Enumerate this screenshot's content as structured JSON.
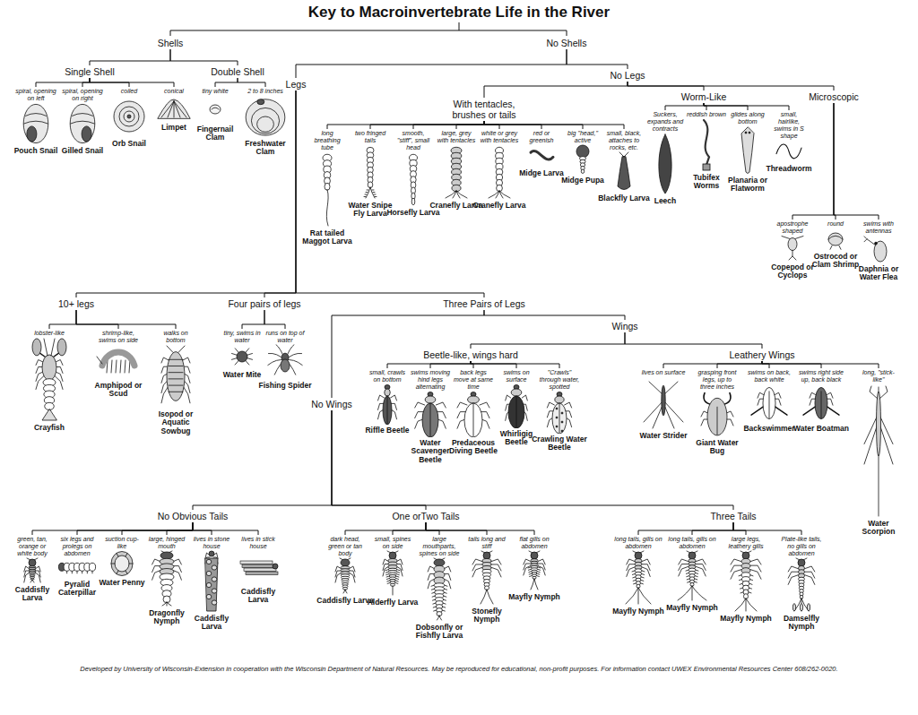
{
  "diagram": {
    "title": "Key to Macroinvertebrate Life in the River",
    "caption": "Developed by University of Wisconsin-Extension in cooperation with the Wisconsin Department of Natural Resources. May be reproduced for educational, non-profit purposes. For information contact UWEX Environmental Resources Center 608/262-0020.",
    "nodes": [
      {
        "text": [
          "Shells"
        ]
      },
      {
        "text": [
          "No Shells"
        ]
      },
      {
        "text": [
          "Single Shell"
        ]
      },
      {
        "text": [
          "Double Shell"
        ]
      },
      {
        "text": [
          "spiral, opening on left",
          "Pouch Snail"
        ]
      },
      {
        "text": [
          "spiral, opening on right",
          "Gilled Snail"
        ]
      },
      {
        "text": [
          "coiled",
          "Orb Snail"
        ]
      },
      {
        "text": [
          "conical",
          "Limpet"
        ]
      },
      {
        "text": [
          "tiny white",
          "Fingernail Clam"
        ]
      },
      {
        "text": [
          "2 to 8 inches",
          "Freshwater Clam"
        ]
      },
      {
        "text": [
          "Legs"
        ]
      },
      {
        "text": [
          "No Legs"
        ]
      },
      {
        "text": [
          "With tentacles, brushes or tails"
        ]
      },
      {
        "text": [
          "Worm-Like"
        ]
      },
      {
        "text": [
          "Microscopic"
        ]
      },
      {
        "text": [
          "long breathing tube",
          "Rat tailed Maggot Larva"
        ]
      },
      {
        "text": [
          "two fringed tails",
          "Water Snipe Fly Larva"
        ]
      },
      {
        "text": [
          "smooth, \"stiff\", small head",
          "Horsefly Larva"
        ]
      },
      {
        "text": [
          "large, grey with tentacles",
          "Cranefly Larva"
        ]
      },
      {
        "text": [
          "white or grey with tentacles",
          "Cranefly Larva"
        ]
      },
      {
        "text": [
          "red or greenish",
          "Midge Larva"
        ]
      },
      {
        "text": [
          "big \"head,\" active",
          "Midge Pupa"
        ]
      },
      {
        "text": [
          "small, black, attaches to rocks, etc.",
          "Blackfly Larva"
        ]
      },
      {
        "text": [
          "Suckers, expands and contracts",
          "Leech"
        ]
      },
      {
        "text": [
          "reddish brown",
          "Tubifex Worms"
        ]
      },
      {
        "text": [
          "glides along bottom",
          "Planaria or Flatworm"
        ]
      },
      {
        "text": [
          "small, hairlike, swims in S shape",
          "Threadworm"
        ]
      },
      {
        "text": [
          "apostrophe shaped",
          "Copepod or Cyclops"
        ]
      },
      {
        "text": [
          "round",
          "Ostrocod or Clam Shrimp"
        ]
      },
      {
        "text": [
          "swims with antennas",
          "Daphnia or Water Flea"
        ]
      },
      {
        "text": [
          "10+ legs"
        ]
      },
      {
        "text": [
          "Four pairs of legs"
        ]
      },
      {
        "text": [
          "Three Pairs of Legs"
        ]
      },
      {
        "text": [
          "lobster-like",
          "Crayfish"
        ]
      },
      {
        "text": [
          "shrimp-like, swims on side",
          "Amphipod or Scud"
        ]
      },
      {
        "text": [
          "walks on bottom",
          "Isopod or Aquatic Sowbug"
        ]
      },
      {
        "text": [
          "tiny, swims in water",
          "Water Mite"
        ]
      },
      {
        "text": [
          "runs on top of water",
          "Fishing Spider"
        ]
      },
      {
        "text": [
          "Wings"
        ]
      },
      {
        "text": [
          "No Wings"
        ]
      },
      {
        "text": [
          "Beetle-like, wings hard"
        ]
      },
      {
        "text": [
          "Leathery Wings"
        ]
      },
      {
        "text": [
          "small, crawls on bottom",
          "Riffle Beetle"
        ]
      },
      {
        "text": [
          "swims moving hind legs alternating",
          "Water Scavenger Beetle"
        ]
      },
      {
        "text": [
          "back legs move at same time",
          "Predaceous Diving Beetle"
        ]
      },
      {
        "text": [
          "swims on surface",
          "Whirligig Beetle"
        ]
      },
      {
        "text": [
          "\"Crawls\" through water, spotted",
          "Crawling Water Beetle"
        ]
      },
      {
        "text": [
          "lives on surface",
          "Water Strider"
        ]
      },
      {
        "text": [
          "grasping front legs, up to three inches",
          "Giant Water Bug"
        ]
      },
      {
        "text": [
          "swims on back, back white",
          "Backswimmer"
        ]
      },
      {
        "text": [
          "swims right side up, back black",
          "Water Boatman"
        ]
      },
      {
        "text": [
          "long, \"stick-like\"",
          "Water Scorpion"
        ]
      },
      {
        "text": [
          "No Obvious Tails"
        ]
      },
      {
        "text": [
          "One orTwo Tails"
        ]
      },
      {
        "text": [
          "Three Tails"
        ]
      },
      {
        "text": [
          "green, tan, orange or white body",
          "Caddisfly Larva"
        ]
      },
      {
        "text": [
          "six legs and prolegs on abdomen",
          "Pyralid Caterpillar"
        ]
      },
      {
        "text": [
          "suction cup-like",
          "Water Penny"
        ]
      },
      {
        "text": [
          "large, hinged mouth",
          "Dragonfly Nymph"
        ]
      },
      {
        "text": [
          "lives in stone house",
          "Caddisfly Larva"
        ]
      },
      {
        "text": [
          "lives in stick house",
          "Caddisfly Larva"
        ]
      },
      {
        "text": [
          "dark head, green or tan body",
          "Caddisfly Larva"
        ]
      },
      {
        "text": [
          "small, spines on side",
          "Alderfly Larva"
        ]
      },
      {
        "text": [
          "large mouthparts, spines on side",
          "Dobsonfly or Fishfly Larva"
        ]
      },
      {
        "text": [
          "tails long and stiff",
          "Stonefly Nymph"
        ]
      },
      {
        "text": [
          "flat gills on abdomen",
          "Mayfly Nymph"
        ]
      },
      {
        "text": [
          "long tails, gills on abdomen",
          "Mayfly Nymph"
        ]
      },
      {
        "text": [
          "long tails, gills on abdomen",
          "Mayfly Nymph"
        ]
      },
      {
        "text": [
          "large legs, leathery gills",
          "Mayfly Nymph"
        ]
      },
      {
        "text": [
          "Plate-like tails, no gills on abdomen",
          "Damselfly Nymph"
        ]
      }
    ],
    "edges": [
      {
        "from": 0,
        "to": 2,
        "arrow": "none"
      },
      {
        "from": 0,
        "to": 3,
        "arrow": "none"
      },
      {
        "from": 2,
        "to": 4,
        "arrow": "none"
      },
      {
        "from": 2,
        "to": 5,
        "arrow": "none"
      },
      {
        "from": 2,
        "to": 6,
        "arrow": "none"
      },
      {
        "from": 2,
        "to": 7,
        "arrow": "none"
      },
      {
        "from": 3,
        "to": 8,
        "arrow": "none"
      },
      {
        "from": 3,
        "to": 9,
        "arrow": "none"
      },
      {
        "from": 1,
        "to": 10,
        "arrow": "none"
      },
      {
        "from": 1,
        "to": 11,
        "arrow": "none"
      },
      {
        "from": 11,
        "to": 12,
        "arrow": "none"
      },
      {
        "from": 11,
        "to": 13,
        "arrow": "none"
      },
      {
        "from": 11,
        "to": 14,
        "arrow": "none"
      },
      {
        "from": 12,
        "to": 15,
        "arrow": "none"
      },
      {
        "from": 12,
        "to": 16,
        "arrow": "none"
      },
      {
        "from": 12,
        "to": 17,
        "arrow": "none"
      },
      {
        "from": 12,
        "to": 18,
        "arrow": "none"
      },
      {
        "from": 12,
        "to": 19,
        "arrow": "none"
      },
      {
        "from": 12,
        "to": 20,
        "arrow": "none"
      },
      {
        "from": 12,
        "to": 21,
        "arrow": "none"
      },
      {
        "from": 12,
        "to": 22,
        "arrow": "none"
      },
      {
        "from": 13,
        "to": 23,
        "arrow": "none"
      },
      {
        "from": 13,
        "to": 24,
        "arrow": "none"
      },
      {
        "from": 13,
        "to": 25,
        "arrow": "none"
      },
      {
        "from": 13,
        "to": 26,
        "arrow": "none"
      },
      {
        "from": 14,
        "to": 27,
        "arrow": "none"
      },
      {
        "from": 14,
        "to": 28,
        "arrow": "none"
      },
      {
        "from": 14,
        "to": 29,
        "arrow": "none"
      },
      {
        "from": 10,
        "to": 30,
        "arrow": "none"
      },
      {
        "from": 10,
        "to": 31,
        "arrow": "none"
      },
      {
        "from": 10,
        "to": 32,
        "arrow": "none"
      },
      {
        "from": 30,
        "to": 33,
        "arrow": "none"
      },
      {
        "from": 30,
        "to": 34,
        "arrow": "none"
      },
      {
        "from": 30,
        "to": 35,
        "arrow": "none"
      },
      {
        "from": 31,
        "to": 36,
        "arrow": "none"
      },
      {
        "from": 31,
        "to": 37,
        "arrow": "none"
      },
      {
        "from": 32,
        "to": 38,
        "arrow": "none"
      },
      {
        "from": 32,
        "to": 39,
        "arrow": "none"
      },
      {
        "from": 38,
        "to": 40,
        "arrow": "none"
      },
      {
        "from": 38,
        "to": 41,
        "arrow": "none"
      },
      {
        "from": 40,
        "to": 42,
        "arrow": "none"
      },
      {
        "from": 40,
        "to": 43,
        "arrow": "none"
      },
      {
        "from": 40,
        "to": 44,
        "arrow": "none"
      },
      {
        "from": 40,
        "to": 45,
        "arrow": "none"
      },
      {
        "from": 40,
        "to": 46,
        "arrow": "none"
      },
      {
        "from": 41,
        "to": 47,
        "arrow": "none"
      },
      {
        "from": 41,
        "to": 48,
        "arrow": "none"
      },
      {
        "from": 41,
        "to": 49,
        "arrow": "none"
      },
      {
        "from": 41,
        "to": 50,
        "arrow": "none"
      },
      {
        "from": 41,
        "to": 51,
        "arrow": "none"
      },
      {
        "from": 39,
        "to": 52,
        "arrow": "none"
      },
      {
        "from": 39,
        "to": 53,
        "arrow": "none"
      },
      {
        "from": 39,
        "to": 54,
        "arrow": "none"
      },
      {
        "from": 52,
        "to": 55,
        "arrow": "none"
      },
      {
        "from": 52,
        "to": 56,
        "arrow": "none"
      },
      {
        "from": 52,
        "to": 57,
        "arrow": "none"
      },
      {
        "from": 52,
        "to": 58,
        "arrow": "none"
      },
      {
        "from": 52,
        "to": 59,
        "arrow": "none"
      },
      {
        "from": 52,
        "to": 60,
        "arrow": "none"
      },
      {
        "from": 53,
        "to": 61,
        "arrow": "none"
      },
      {
        "from": 53,
        "to": 62,
        "arrow": "none"
      },
      {
        "from": 53,
        "to": 63,
        "arrow": "none"
      },
      {
        "from": 53,
        "to": 64,
        "arrow": "none"
      },
      {
        "from": 53,
        "to": 65,
        "arrow": "none"
      },
      {
        "from": 54,
        "to": 66,
        "arrow": "none"
      },
      {
        "from": 54,
        "to": 67,
        "arrow": "none"
      },
      {
        "from": 54,
        "to": 68,
        "arrow": "none"
      },
      {
        "from": 54,
        "to": 69,
        "arrow": "none"
      }
    ]
  }
}
